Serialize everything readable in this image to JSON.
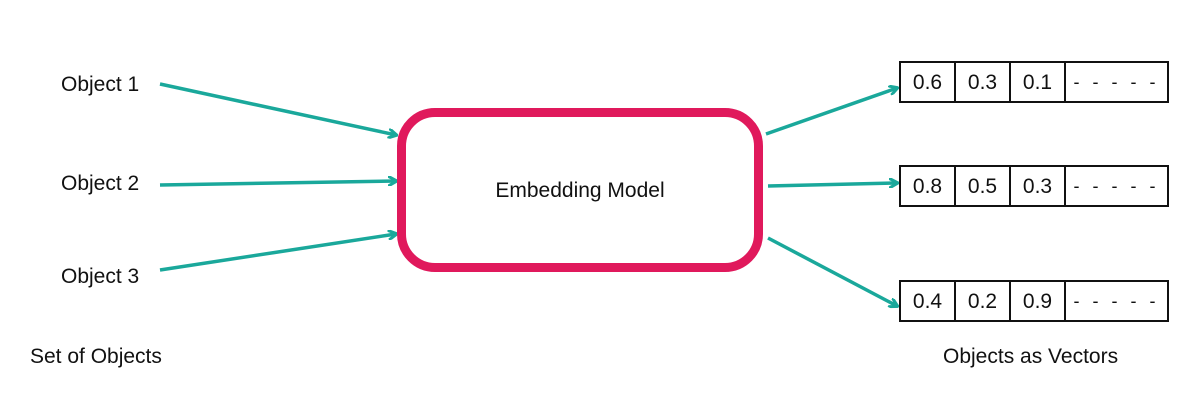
{
  "colors": {
    "arrow": "#1aa89b",
    "model_border": "#e0195c",
    "text": "#111111"
  },
  "inputs": {
    "objects": [
      "Object 1",
      "Object 2",
      "Object 3"
    ],
    "caption": "Set of Objects"
  },
  "model": {
    "label": "Embedding Model"
  },
  "outputs": {
    "vectors": [
      [
        "0.6",
        "0.3",
        "0.1",
        "- - - - -"
      ],
      [
        "0.8",
        "0.5",
        "0.3",
        "- - - - -"
      ],
      [
        "0.4",
        "0.2",
        "0.9",
        "- - - - -"
      ]
    ],
    "caption": "Objects as Vectors"
  }
}
